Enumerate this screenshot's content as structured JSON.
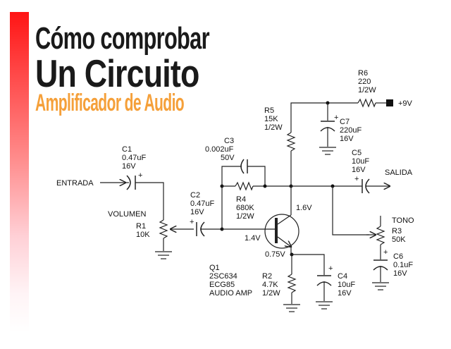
{
  "title": {
    "line1": "Cómo comprobar",
    "line2": "Un Circuito",
    "line3": "Amplificador de Audio"
  },
  "colors": {
    "accent_orange": "#f5a03a",
    "accent_red": "#ff1414",
    "ink": "#1a1a1a"
  },
  "labels": {
    "input": "ENTRADA",
    "output": "SALIDA",
    "volume": "VOLUMEN",
    "tone": "TONO",
    "supply": "+9V",
    "plus": "+"
  },
  "components": {
    "C1": {
      "ref": "C1",
      "value": "0.47uF",
      "rating": "16V"
    },
    "C2": {
      "ref": "C2",
      "value": "0.47uF",
      "rating": "16V"
    },
    "C3": {
      "ref": "C3",
      "value": "0.002uF",
      "rating": "50V"
    },
    "C4": {
      "ref": "C4",
      "value": "10uF",
      "rating": "16V"
    },
    "C5": {
      "ref": "C5",
      "value": "10uF",
      "rating": "16V"
    },
    "C6": {
      "ref": "C6",
      "value": "0.1uF",
      "rating": "16V"
    },
    "C7": {
      "ref": "C7",
      "value": "220uF",
      "rating": "16V"
    },
    "R1": {
      "ref": "R1",
      "value": "10K"
    },
    "R2": {
      "ref": "R2",
      "value": "4.7K",
      "rating": "1/2W"
    },
    "R3": {
      "ref": "R3",
      "value": "50K"
    },
    "R4": {
      "ref": "R4",
      "value": "680K",
      "rating": "1/2W"
    },
    "R5": {
      "ref": "R5",
      "value": "15K",
      "rating": "1/2W"
    },
    "R6": {
      "ref": "R6",
      "value": "220",
      "rating": "1/2W"
    },
    "Q1": {
      "ref": "Q1",
      "part1": "2SC634",
      "part2": "ECG85",
      "desc": "AUDIO AMP"
    }
  },
  "voltages": {
    "collector": "1.6V",
    "base": "1.4V",
    "emitter": "0.75V"
  }
}
